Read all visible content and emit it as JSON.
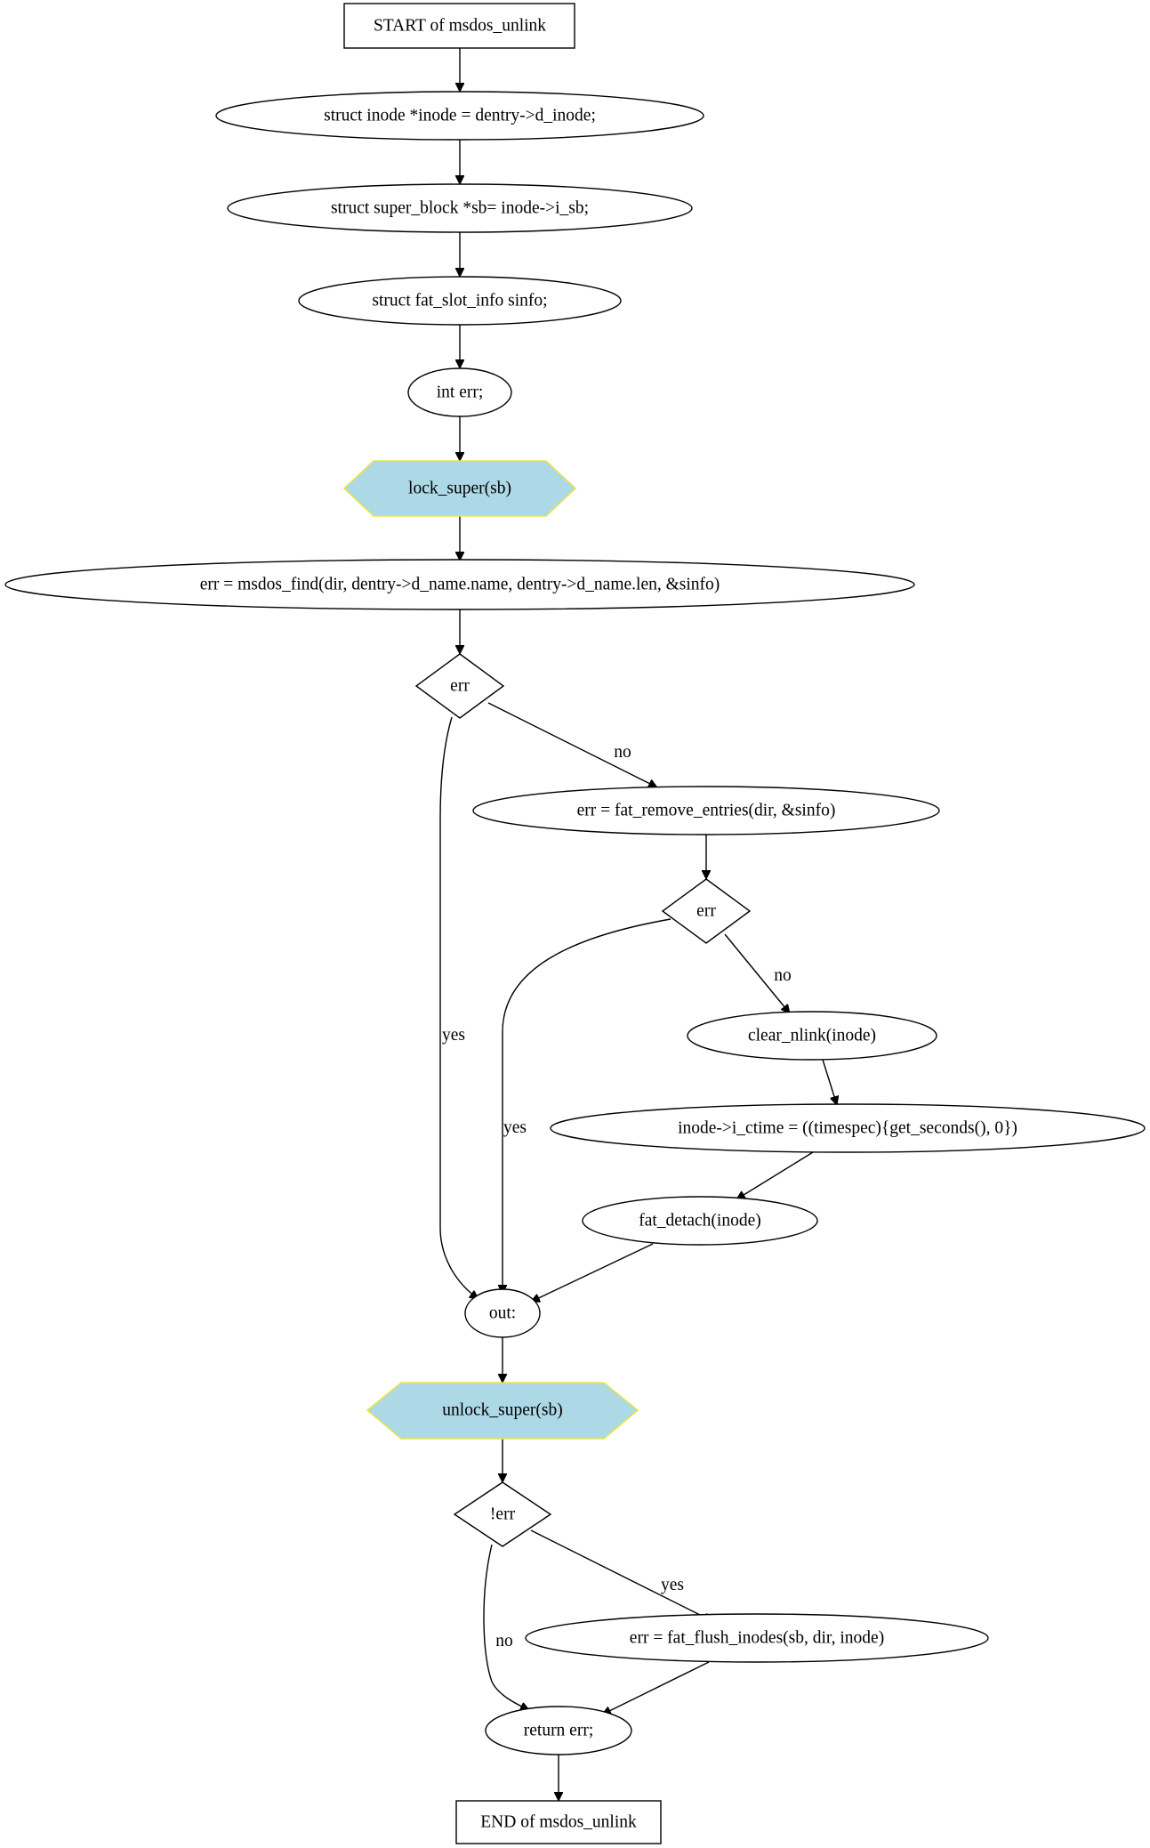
{
  "diagram": {
    "nodes": {
      "start": "START of msdos_unlink",
      "n_inode": "struct inode *inode = dentry->d_inode;",
      "n_sb": "struct super_block *sb= inode->i_sb;",
      "n_sinfo": "struct fat_slot_info sinfo;",
      "n_err": "int err;",
      "lock": "lock_super(sb)",
      "find": "err = msdos_find(dir, dentry->d_name.name, dentry->d_name.len, &sinfo)",
      "d_err1": "err",
      "remove": "err = fat_remove_entries(dir, &sinfo)",
      "d_err2": "err",
      "clear": "clear_nlink(inode)",
      "ctime": "inode->i_ctime = ((timespec){get_seconds(), 0})",
      "detach": "fat_detach(inode)",
      "out": "out:",
      "unlock": "unlock_super(sb)",
      "d_noterr": "!err",
      "flush": "err = fat_flush_inodes(sb, dir, inode)",
      "ret": "return err;",
      "end": "END of msdos_unlink"
    },
    "edge_labels": {
      "d1_no": "no",
      "d1_yes": "yes",
      "d2_no": "no",
      "d2_yes": "yes",
      "d3_yes": "yes",
      "d3_no": "no"
    }
  }
}
